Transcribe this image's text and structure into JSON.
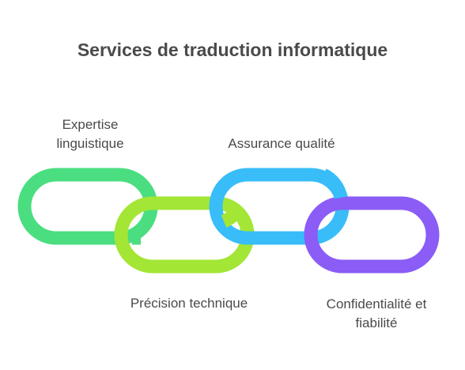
{
  "title": "Services de traduction informatique",
  "links": [
    {
      "label": "Expertise linguistique",
      "color": "#4ade80"
    },
    {
      "label": "Précision technique",
      "color": "#a3e635"
    },
    {
      "label": "Assurance qualité",
      "color": "#38bdf8"
    },
    {
      "label": "Confidentialité et fiabilité",
      "color": "#8b5cf6"
    }
  ]
}
